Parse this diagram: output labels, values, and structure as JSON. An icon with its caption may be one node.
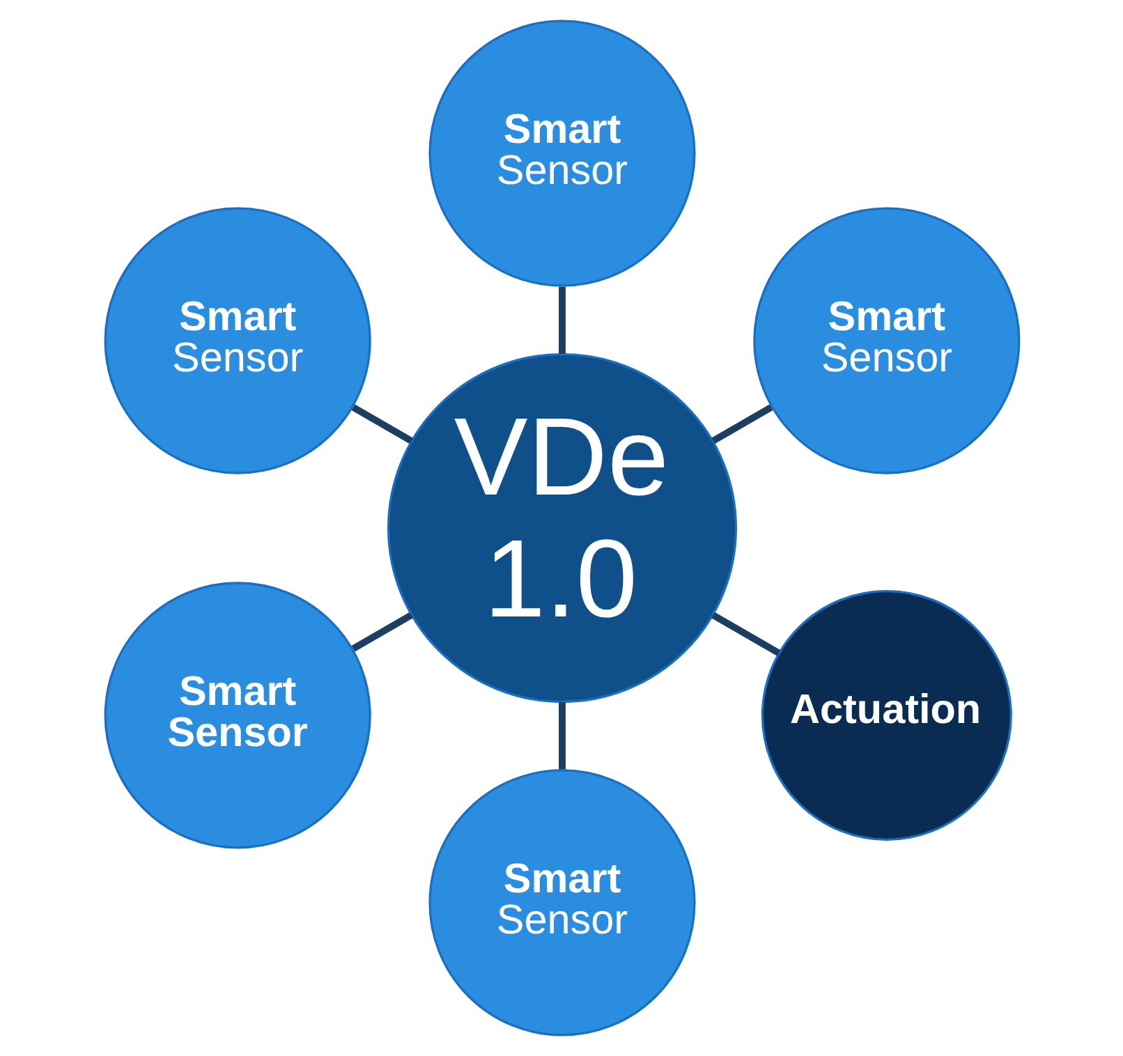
{
  "diagram": {
    "nodes": [
      {
        "text": [
          "**Smart** Sensor"
        ]
      },
      {
        "text": [
          "**Smart** Sensor"
        ]
      },
      {
        "text": [
          "**Smart** Sensor"
        ]
      },
      {
        "text": [
          "VDe 1.0"
        ]
      },
      {
        "text": [
          "Smart Sensor"
        ]
      },
      {
        "text": [
          "**Smart** Sensor"
        ]
      },
      {
        "text": [
          "Actuation"
        ]
      }
    ],
    "edges": [
      {
        "from": 3,
        "to": 0,
        "arrow": "none"
      },
      {
        "from": 3,
        "to": 1,
        "arrow": "none"
      },
      {
        "from": 3,
        "to": 2,
        "arrow": "none"
      },
      {
        "from": 3,
        "to": 4,
        "arrow": "none"
      },
      {
        "from": 3,
        "to": 5,
        "arrow": "none"
      },
      {
        "from": 3,
        "to": 6,
        "arrow": "none"
      }
    ]
  }
}
